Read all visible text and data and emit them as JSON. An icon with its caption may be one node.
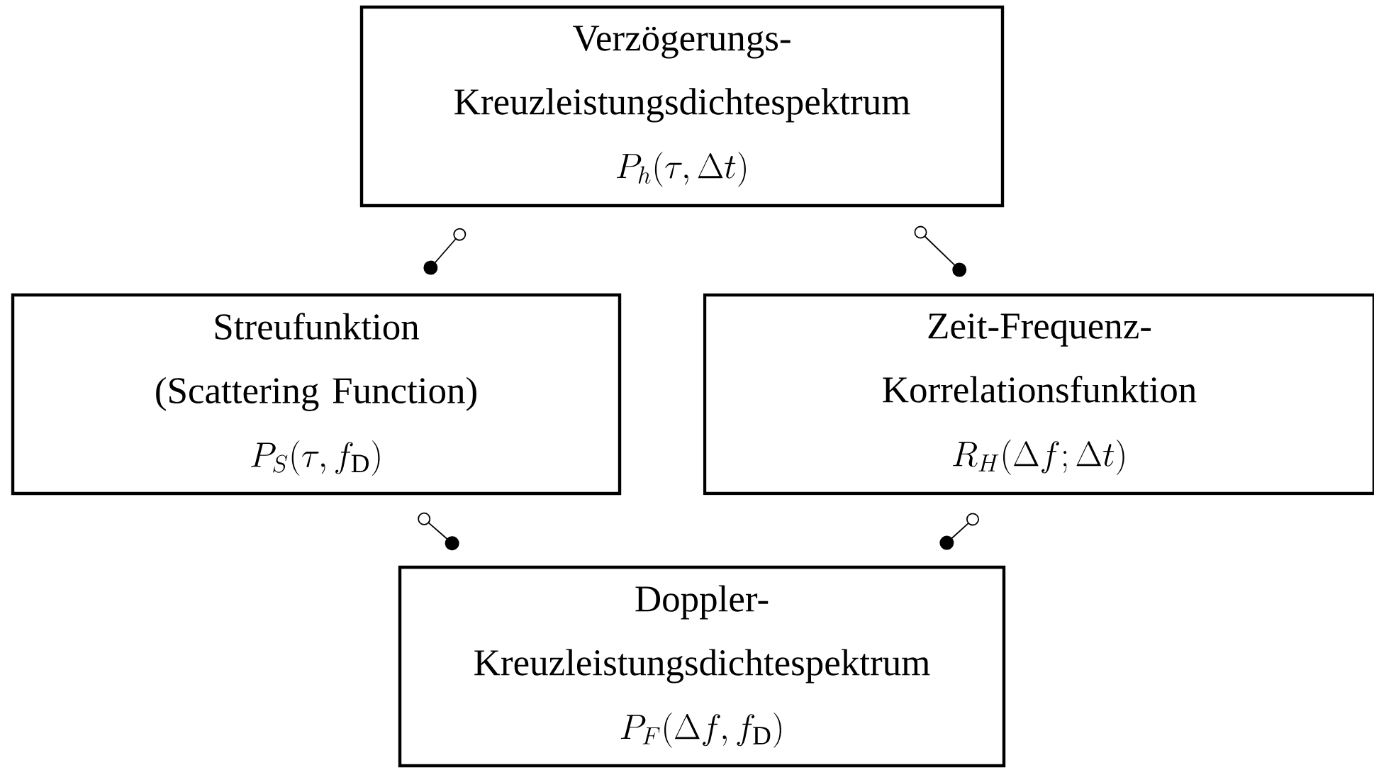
{
  "diagram": {
    "nodes": [
      {
        "text": [
          "Verzögerungs- Kreuzleistungsdichtespektrum",
          "P_h(\\tau, \\Delta t)"
        ]
      },
      {
        "text": [
          "Streufunktion",
          "(Scattering Function)",
          "P_S(\\tau, f_{\\mathrm{D}})"
        ]
      },
      {
        "text": [
          "Zeit-Frequenz- Korrelationsfunktion",
          "R_H(\\Delta f; \\Delta t)"
        ]
      },
      {
        "text": [
          "Doppler- Kreuzleistungsdichtespektrum",
          "P_F(\\Delta f, f_{\\mathrm{D}})"
        ]
      }
    ],
    "edges": [
      {
        "from": 0,
        "to": 1,
        "arrow": "other"
      },
      {
        "from": 0,
        "to": 2,
        "arrow": "other"
      },
      {
        "from": 1,
        "to": 3,
        "arrow": "other"
      },
      {
        "from": 2,
        "to": 3,
        "arrow": "other"
      }
    ]
  }
}
